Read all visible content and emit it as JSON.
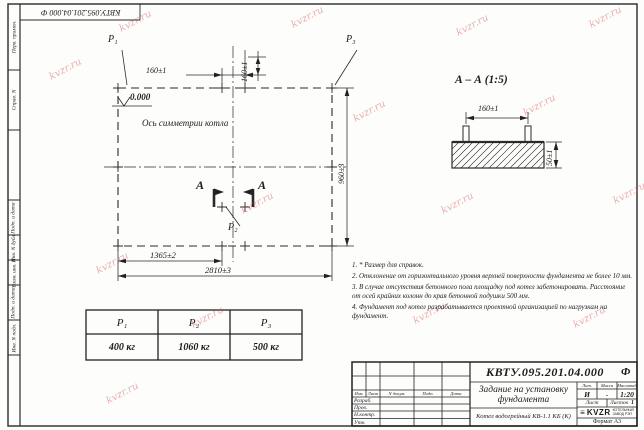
{
  "watermark": {
    "text": "kvzr.ru"
  },
  "margin_stamps": {
    "top_code": "КВТУ.095.201.04.000 Ф",
    "side_fields": [
      "Перв. примен.",
      "Справ. N",
      "Подп. и дата",
      "Инв. N дубл.",
      "Взам. инв. N",
      "Подп. и дата",
      "Инв. N подл."
    ]
  },
  "drawing": {
    "labels": {
      "p1": "Р₁",
      "p2": "Р₂",
      "p3": "Р₃",
      "elevation": "0.000",
      "axis": "Ось симметрии котла",
      "section_letter": "А",
      "detail_title": "А – А (1:5)"
    },
    "dims": {
      "bolt_pitch_x": "160±1",
      "bolt_pitch_y": "160±1",
      "depth": "960±3",
      "span_left": "1365±2",
      "span_total": "2810±3",
      "detail_width": "160±1",
      "detail_height": "50±1"
    }
  },
  "notes": [
    "1. * Размер для справок.",
    "2. Отклонение от горизонтального уровня верхней поверхности фундамента не более 10 мм.",
    "3. В случае отсутствия бетонного пола площадку под котел забетонировать. Расстояние от осей крайних колонн до края бетонной подушки 500 мм.",
    "4. Фундамент под котел разрабатывается проектной организацией по нагрузкам на фундамент."
  ],
  "load_table": {
    "headers": [
      "Р₁",
      "Р₂",
      "Р₃"
    ],
    "values": [
      "400 кг",
      "1060 кг",
      "500 кг"
    ]
  },
  "title_block": {
    "doc_number": "КВТУ.095.201.04.000",
    "doc_letter": "Ф",
    "title": "Задание на установку фундамента",
    "product": "Котел водогрейный КВ-1.1 КБ (К)",
    "header_cols": [
      "Изм.",
      "Лист",
      "N докум.",
      "Подп.",
      "Дата"
    ],
    "roles": [
      "Разраб.",
      "Пров.",
      "Н.контр.",
      "Утв."
    ],
    "lit_label": "Лит.",
    "mass_label": "Масса",
    "scale_label": "Масштаб",
    "lit": "И",
    "mass": "-",
    "scale": "1:20",
    "sheet_label": "Лист",
    "sheets_label": "Листов",
    "sheets_total": "1",
    "company": "KVZR",
    "company_sub1": "КОТЕЛЬНЫЙ",
    "company_sub2": "ЗАВОД РЭП",
    "format": "Формат А3"
  }
}
